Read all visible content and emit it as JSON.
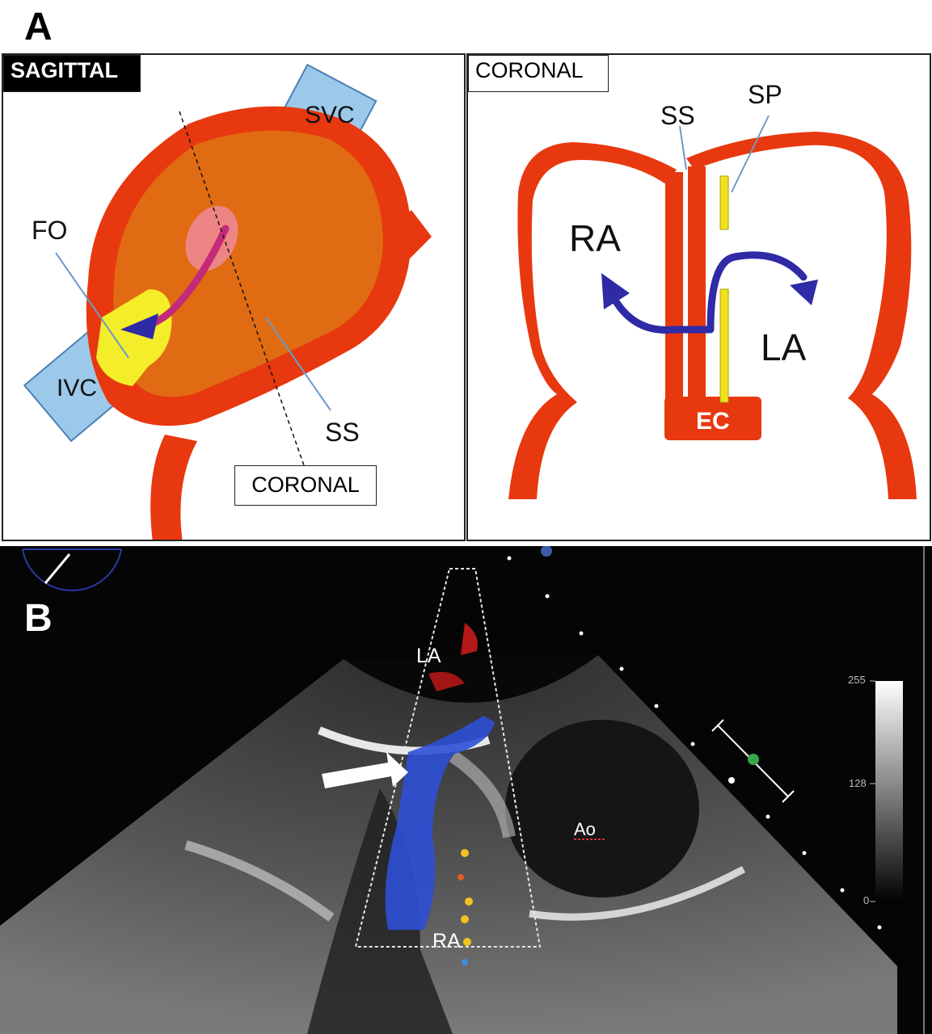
{
  "panel_a": {
    "letter": "A",
    "sagittal": {
      "tag": "SAGITTAL",
      "labels": {
        "svc": "SVC",
        "ivc": "IVC",
        "fo": "FO",
        "ss": "SS",
        "coronal": "CORONAL"
      }
    },
    "coronal": {
      "tag": "CORONAL",
      "labels": {
        "ss": "SS",
        "sp": "SP",
        "ra": "RA",
        "la": "LA",
        "ec": "EC"
      }
    }
  },
  "panel_b": {
    "letter": "B",
    "labels": {
      "la": "LA",
      "ra": "RA",
      "ao": "Ao"
    },
    "scale": {
      "top": "255",
      "mid": "128",
      "bottom": "0"
    }
  },
  "colors": {
    "wall": "#e8380f",
    "atrium_fill": "#e06b12",
    "fossa": "#f4ee2a",
    "flow_arrow": "#2f2aa6",
    "vessel": "#9cc9ea",
    "septum_primum": "#f0e020",
    "doppler_blue": "#2d4fd6",
    "doppler_red": "#b51818"
  }
}
